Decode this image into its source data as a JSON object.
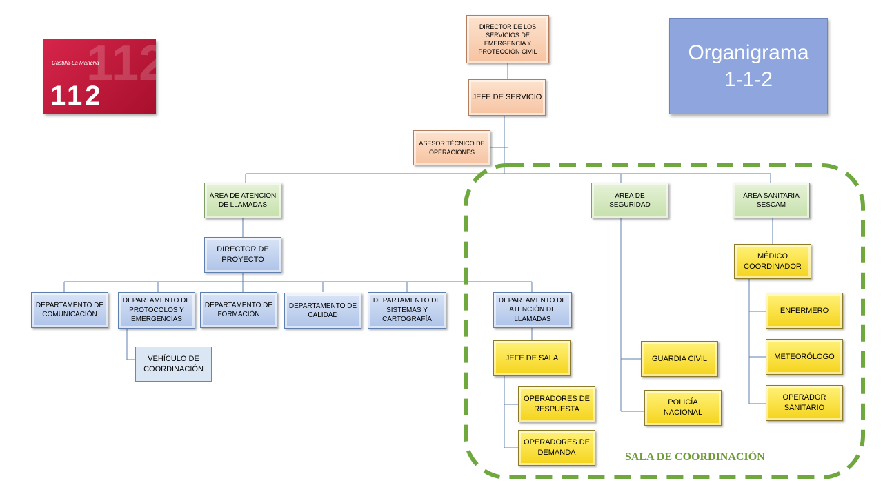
{
  "logo": {
    "region": "Castilla-La Mancha",
    "number": "112"
  },
  "title": {
    "line1": "Organigrama",
    "line2": "1-1-2"
  },
  "colors": {
    "orange": "#f6c3a1",
    "green": "#c6e0ab",
    "blue": "#aec3e8",
    "yellow": "#f5d31a",
    "dashed_border": "#6fa83e",
    "title_bg": "#8ea6dd",
    "logo_red": "#c0163a"
  },
  "nodes": {
    "director": "DIRECTOR DE LOS SERVICIOS DE EMERGENCIA Y PROTECCIÓN CIVIL",
    "jefe_servicio": "JEFE DE SERVICIO",
    "asesor": "ASESOR TÉCNICO DE OPERACIONES",
    "area_llamadas": "ÁREA DE ATENCIÓN DE LLAMADAS",
    "area_seguridad": "ÁREA DE SEGURIDAD",
    "area_sanitaria": "ÁREA SANITARIA SESCAM",
    "director_proyecto": "DIRECTOR DE PROYECTO",
    "dep_comunicacion": "DEPARTAMENTO DE COMUNICACIÓN",
    "dep_protocolos": "DEPARTAMENTO DE PROTOCOLOS Y EMERGENCIAS",
    "dep_formacion": "DEPARTAMENTO DE FORMACIÓN",
    "dep_calidad": "DEPARTAMENTO DE CALIDAD",
    "dep_sistemas": "DEPARTAMENTO DE SISTEMAS Y CARTOGRAFÍA",
    "dep_atencion": "DEPARTAMENTO DE ATENCIÓN DE LLAMADAS",
    "vehiculo": "VEHÍCULO DE COORDINACIÓN",
    "jefe_sala": "JEFE DE SALA",
    "op_respuesta": "OPERADORES DE RESPUESTA",
    "op_demanda": "OPERADORES DE DEMANDA",
    "guardia_civil": "GUARDIA CIVIL",
    "policia": "POLICÍA NACIONAL",
    "medico": "MÉDICO COORDINADOR",
    "enfermero": "ENFERMERO",
    "meteorologo": "METEORÓLOGO",
    "op_sanitario": "OPERADOR SANITARIO"
  },
  "sala_label": "SALA DE COORDINACIÓN"
}
